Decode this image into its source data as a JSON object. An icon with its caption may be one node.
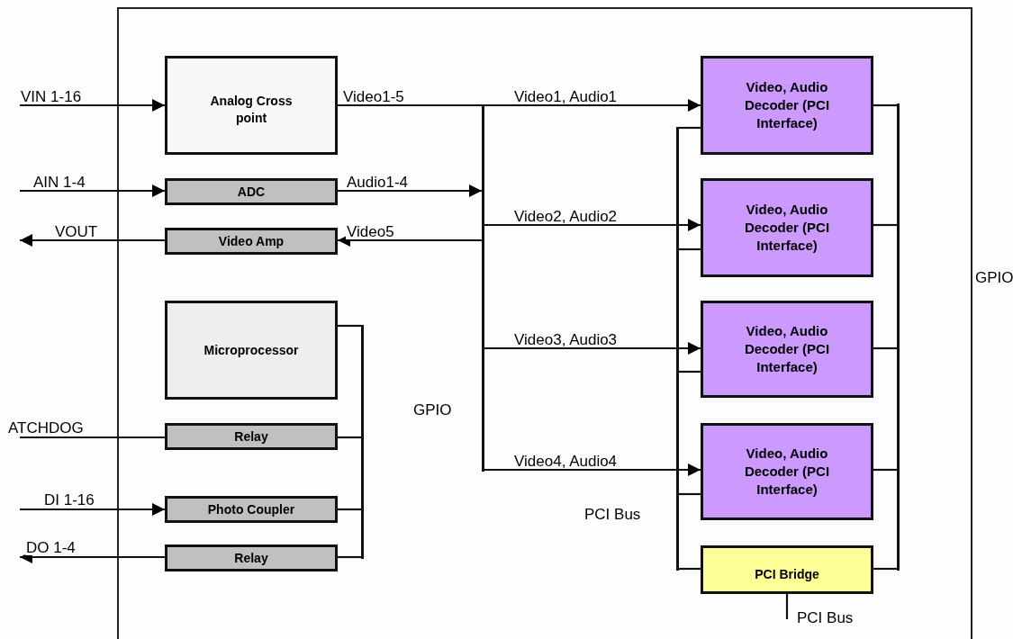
{
  "diagram": {
    "nodes": [
      {
        "text": [
          "Analog Cross point"
        ]
      },
      {
        "text": [
          "ADC"
        ]
      },
      {
        "text": [
          "Video Amp"
        ]
      },
      {
        "text": [
          "Microprocessor"
        ]
      },
      {
        "text": [
          "Relay"
        ]
      },
      {
        "text": [
          "Photo Coupler"
        ]
      },
      {
        "text": [
          "Relay"
        ]
      },
      {
        "text": [],
        "shape": "bar"
      },
      {
        "text": [],
        "shape": "bar"
      },
      {
        "text": [
          "Video, Audio Decoder (PCI Interface)"
        ]
      },
      {
        "text": [
          "Video, Audio Decoder (PCI Interface)"
        ]
      },
      {
        "text": [
          "Video, Audio Decoder (PCI Interface)"
        ]
      },
      {
        "text": [
          "Video, Audio Decoder (PCI Interface)"
        ]
      },
      {
        "text": [],
        "shape": "bar"
      },
      {
        "text": [],
        "shape": "bar"
      },
      {
        "text": [
          "PCI Bridge"
        ]
      }
    ],
    "edges": [
      {
        "from": null,
        "to": 0,
        "arrow": "to",
        "label": "VIN 1-16"
      },
      {
        "from": null,
        "to": 1,
        "arrow": "to",
        "label": "AIN 1-4"
      },
      {
        "from": 2,
        "to": null,
        "arrow": "to",
        "label": "VOUT"
      },
      {
        "from": 0,
        "to": 7,
        "arrow": "none",
        "label": "Video1-5"
      },
      {
        "from": 1,
        "to": 7,
        "arrow": "to",
        "label": "Audio1-4"
      },
      {
        "from": 7,
        "to": 2,
        "arrow": "to",
        "label": "Video5"
      },
      {
        "from": 7,
        "to": 9,
        "arrow": "to",
        "label": "Video1, Audio1"
      },
      {
        "from": 7,
        "to": 10,
        "arrow": "to",
        "label": "Video2, Audio2"
      },
      {
        "from": 7,
        "to": 11,
        "arrow": "to",
        "label": "Video3, Audio3"
      },
      {
        "from": 7,
        "to": 12,
        "arrow": "to",
        "label": "Video4, Audio4"
      },
      {
        "from": 3,
        "to": 8,
        "arrow": "none"
      },
      {
        "from": 4,
        "to": 8,
        "arrow": "none"
      },
      {
        "from": 5,
        "to": 8,
        "arrow": "none"
      },
      {
        "from": 6,
        "to": 8,
        "arrow": "none"
      },
      {
        "from": null,
        "to": 4,
        "arrow": "none",
        "label": "ATCHDOG"
      },
      {
        "from": null,
        "to": 5,
        "arrow": "to",
        "label": "DI 1-16"
      },
      {
        "from": 6,
        "to": null,
        "arrow": "to",
        "label": "DO 1-4"
      },
      {
        "from": 13,
        "to": 9,
        "arrow": "none"
      },
      {
        "from": 13,
        "to": 10,
        "arrow": "none"
      },
      {
        "from": 13,
        "to": 11,
        "arrow": "none"
      },
      {
        "from": 13,
        "to": 12,
        "arrow": "none"
      },
      {
        "from": 13,
        "to": 15,
        "arrow": "none"
      },
      {
        "from": 9,
        "to": 14,
        "arrow": "none"
      },
      {
        "from": 10,
        "to": 14,
        "arrow": "none"
      },
      {
        "from": 11,
        "to": 14,
        "arrow": "none"
      },
      {
        "from": 12,
        "to": 14,
        "arrow": "none"
      },
      {
        "from": 15,
        "to": 14,
        "arrow": "none"
      },
      {
        "from": 15,
        "to": null,
        "arrow": "none",
        "label": "PCI Bus"
      }
    ],
    "labels": [
      "GPIO",
      "PCI Bus",
      "GPIO"
    ]
  }
}
